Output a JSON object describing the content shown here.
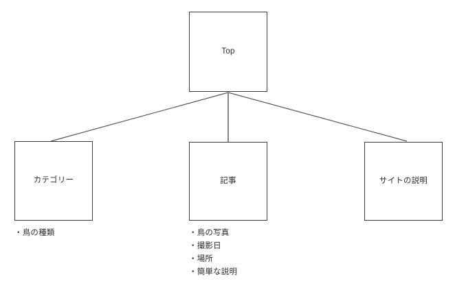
{
  "diagram": {
    "type": "site-structure-tree",
    "background_color": "#ffffff",
    "line_color": "#555555",
    "border_color": "#3a3a3a",
    "text_color": "#2b2b2b",
    "root": {
      "label": "Top"
    },
    "children": [
      {
        "label": "カテゴリー",
        "bullets": [
          "・鳥の種類"
        ]
      },
      {
        "label": "記事",
        "bullets": [
          "・鳥の写真",
          "・撮影日",
          "・場所",
          "・簡単な説明"
        ]
      },
      {
        "label": "サイトの説明",
        "bullets": []
      }
    ]
  }
}
